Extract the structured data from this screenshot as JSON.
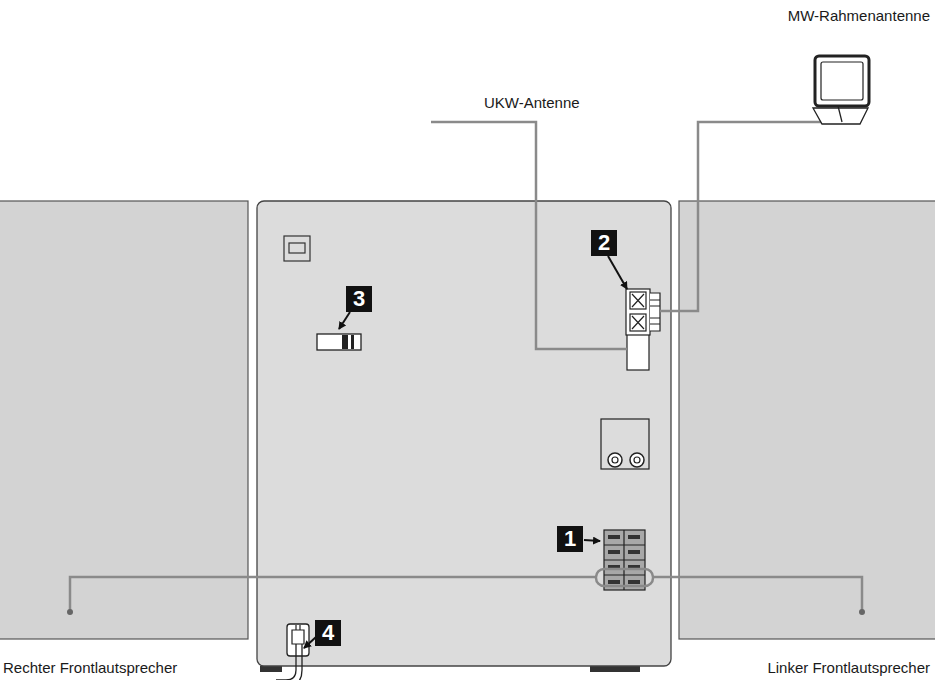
{
  "diagram": {
    "labels": [
      "MW-Rahmenantenne",
      "UKW-Antenne",
      "2",
      "3",
      "1",
      "4",
      "Rechter Frontlautsprecher",
      "Linker Frontlautsprecher"
    ]
  }
}
